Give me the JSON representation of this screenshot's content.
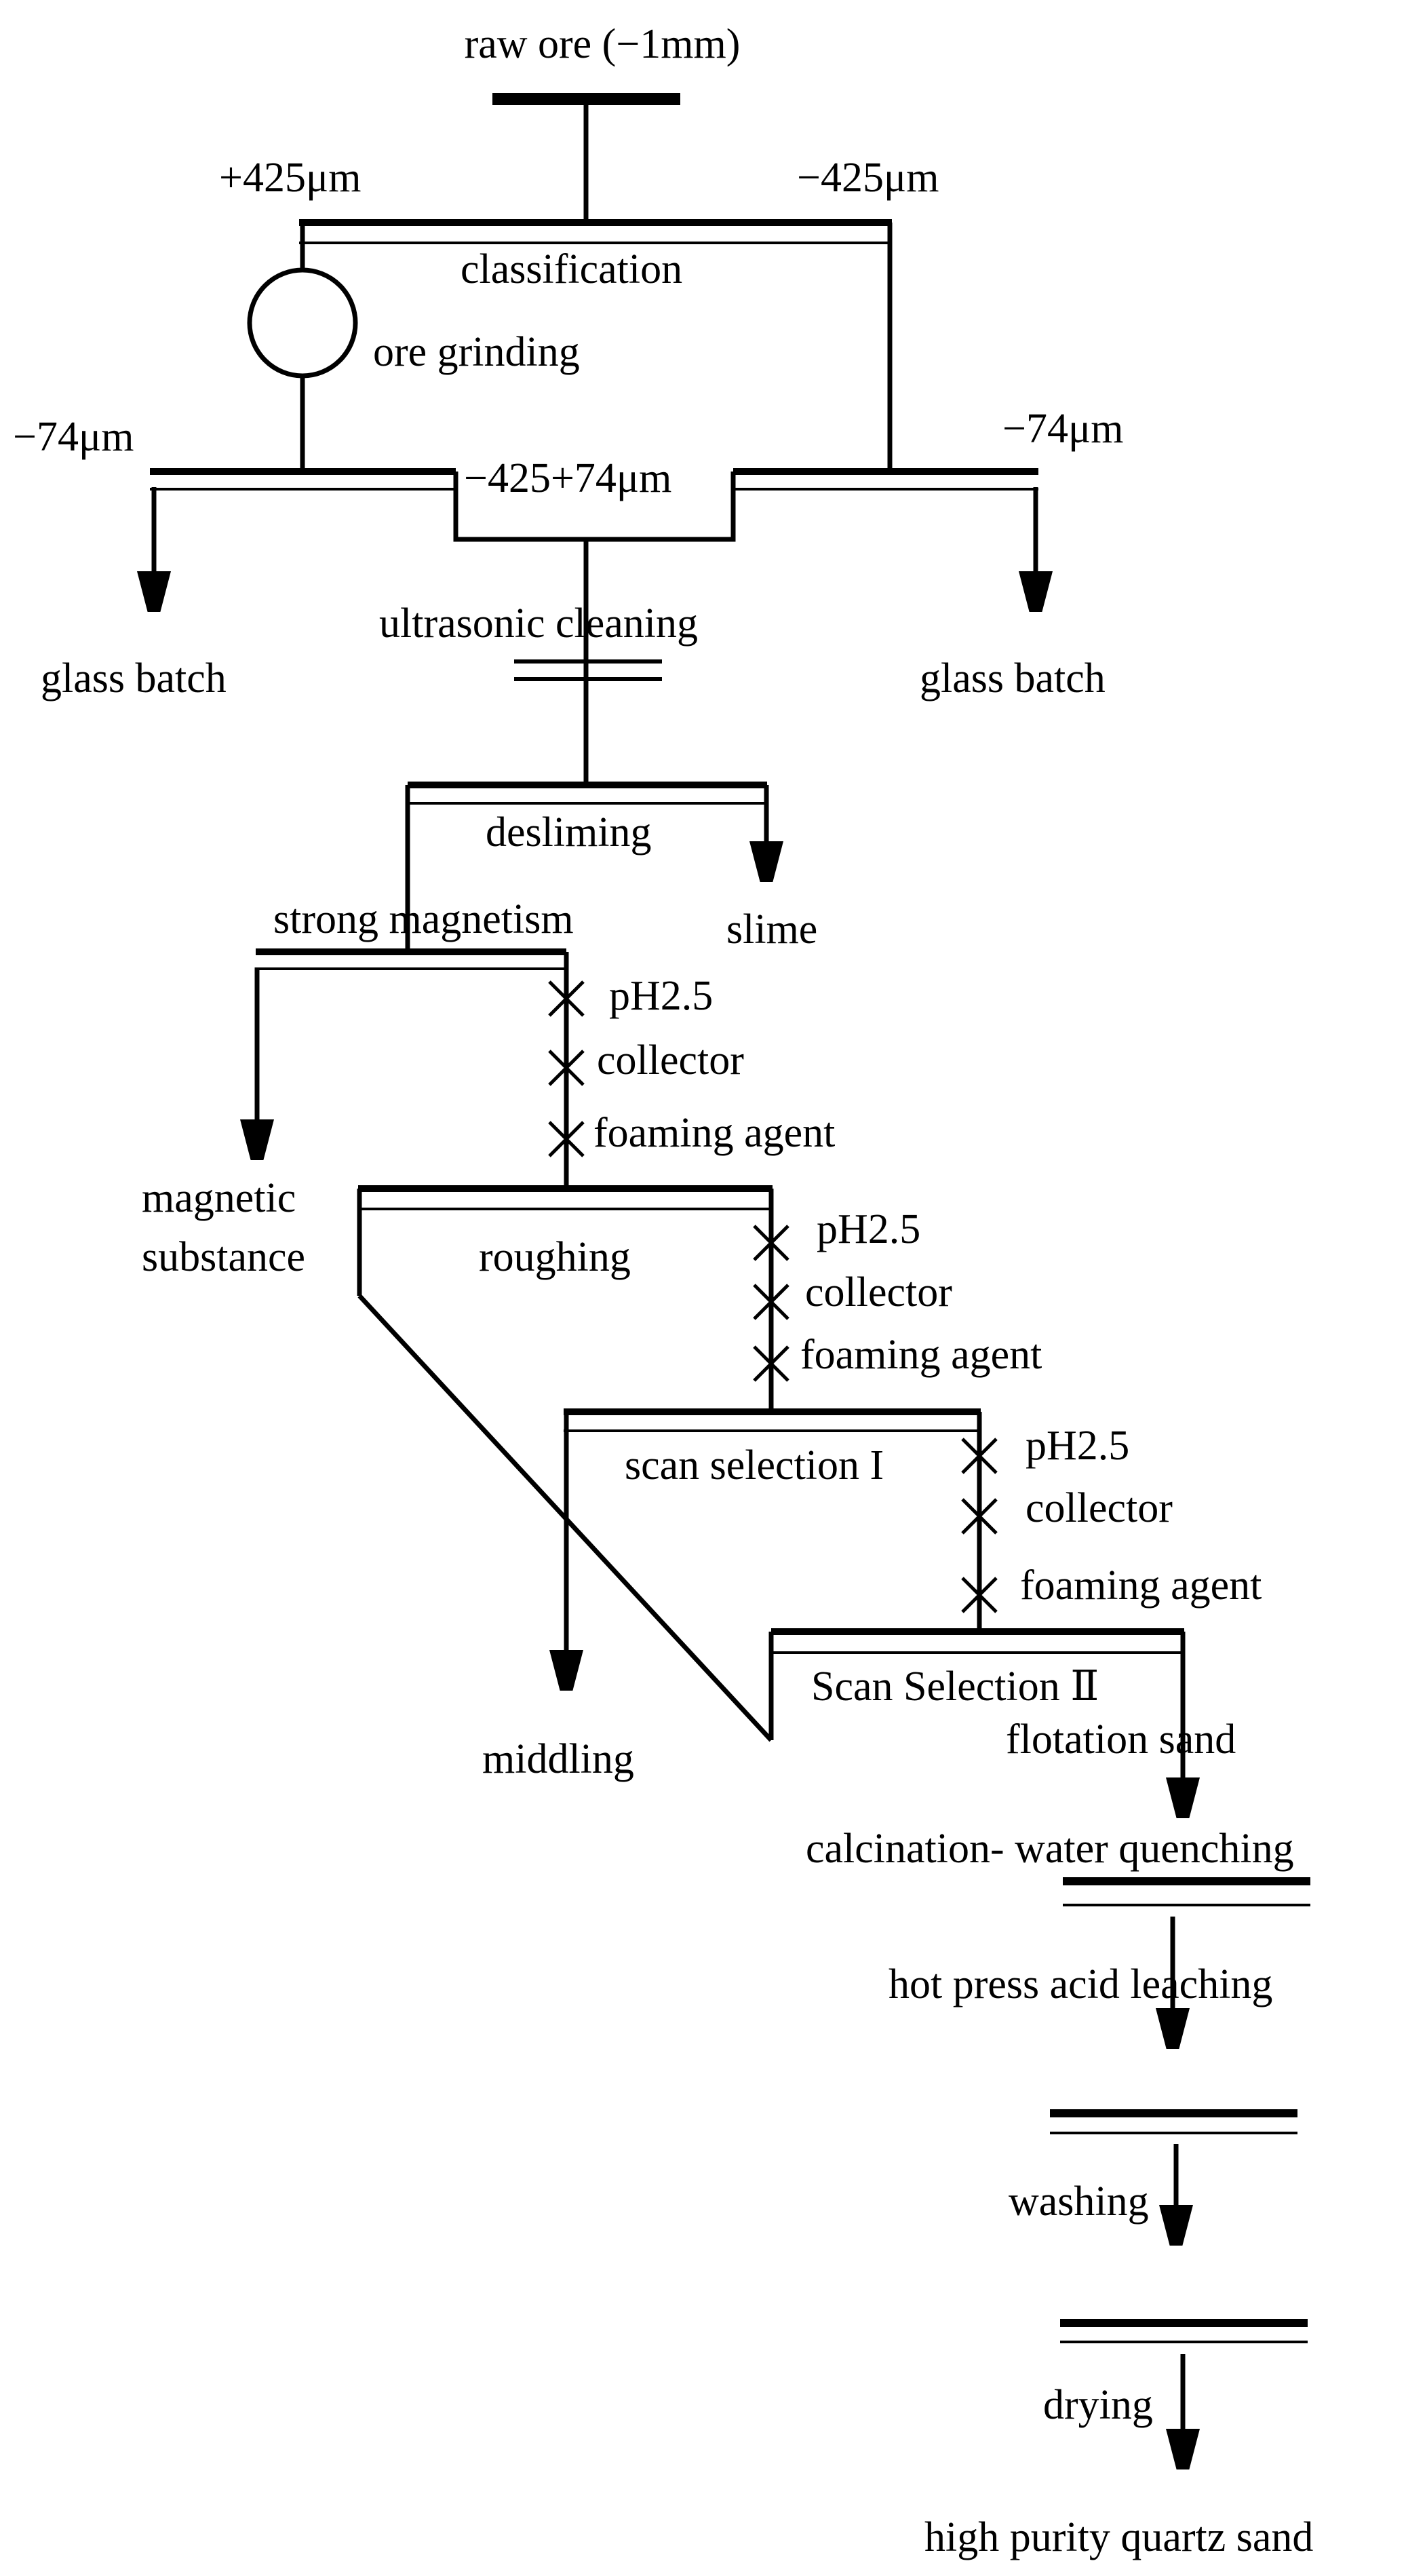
{
  "nodes": {
    "raw_ore": "raw ore (−1mm)",
    "plus425": "+425μm",
    "minus425": "−425μm",
    "classification": "classification",
    "ore_grinding": "ore grinding",
    "minus74_left": "−74μm",
    "minus425_plus74": "−425+74μm",
    "minus74_right": "−74μm",
    "ultrasonic_cleaning": "ultrasonic cleaning",
    "glass_batch_left": "glass batch",
    "glass_batch_right": "glass batch",
    "desliming": "desliming",
    "strong_magnetism": "strong magnetism",
    "slime": "slime",
    "magnetic_line1": "magnetic",
    "magnetic_line2": "substance",
    "roughing": "roughing",
    "scan_selection_1": "scan selection I",
    "scan_selection_2": "Scan Selection Ⅱ",
    "middling": "middling",
    "flotation_sand": "flotation sand",
    "calcination": "calcination- water quenching",
    "hot_press": "hot press acid leaching",
    "washing": "washing",
    "drying": "drying",
    "product": "high purity quartz sand"
  },
  "reagents": {
    "stage1": {
      "ph": "pH2.5",
      "collector": "collector",
      "foaming": "foaming agent"
    },
    "stage2": {
      "ph": "pH2.5",
      "collector": "collector",
      "foaming": "foaming agent"
    },
    "stage3": {
      "ph": "pH2.5",
      "collector": "collector",
      "foaming": "foaming agent"
    }
  }
}
